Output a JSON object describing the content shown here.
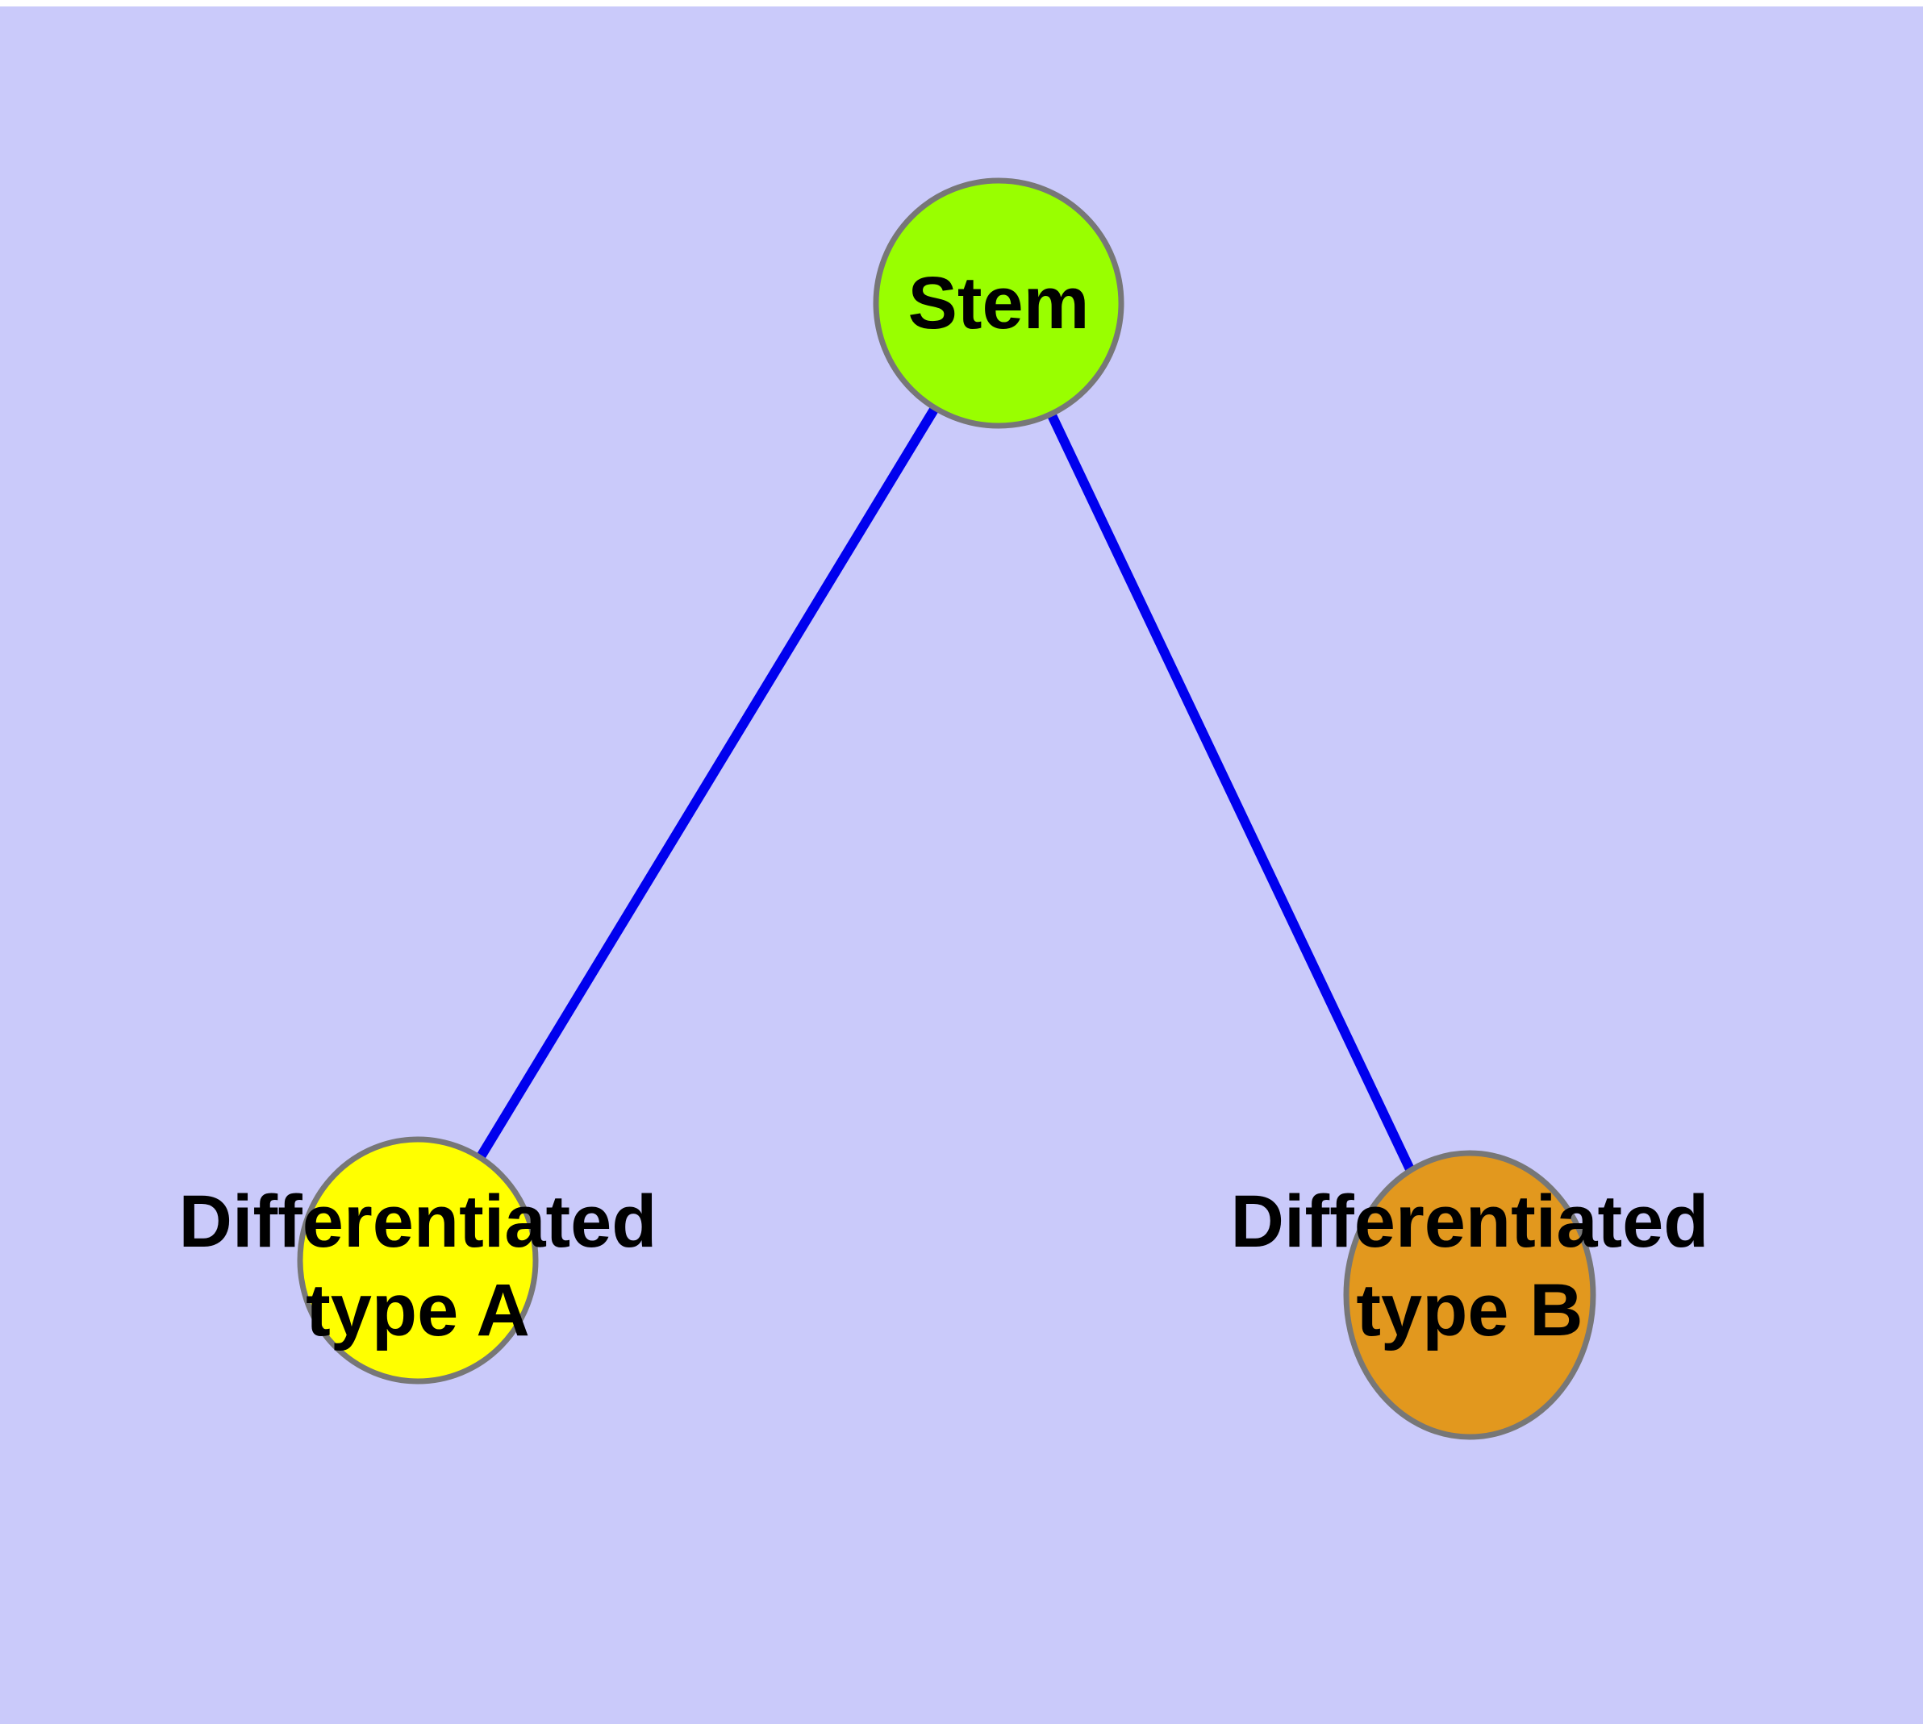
{
  "canvas": {
    "background_color": "#CACAFA",
    "top_edge_color": "#FFFFFF"
  },
  "diagram": {
    "type": "node-link-graph",
    "nodes": [
      {
        "id": "stem",
        "label": "Stem",
        "fill": "#99FF00",
        "border_color": "#777777",
        "text_color": "#000000",
        "shape": "circle"
      },
      {
        "id": "differentiated-type-a",
        "label": "Differentiated type A",
        "label_line1": "Differentiated",
        "label_line2": "type A",
        "fill": "#FFFF00",
        "border_color": "#777777",
        "text_color": "#000000",
        "shape": "circle"
      },
      {
        "id": "differentiated-type-b",
        "label": "Differentiated type B",
        "label_line1": "Differentiated",
        "label_line2": "type B",
        "fill": "#E2981E",
        "border_color": "#777777",
        "text_color": "#000000",
        "shape": "circle"
      }
    ],
    "edges": [
      {
        "from": "stem",
        "to": "differentiated-type-a",
        "color": "#0000EE"
      },
      {
        "from": "stem",
        "to": "differentiated-type-b",
        "color": "#0000EE"
      }
    ]
  }
}
